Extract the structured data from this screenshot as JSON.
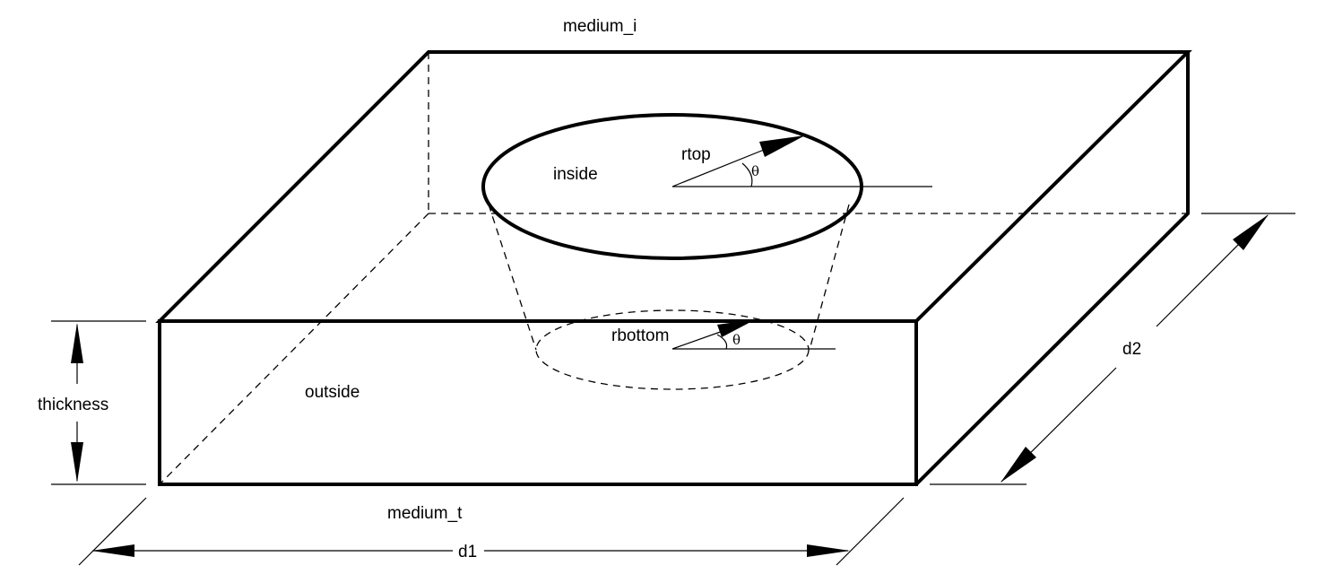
{
  "labels": {
    "medium_i": "medium_i",
    "medium_t": "medium_t",
    "inside": "inside",
    "outside": "outside",
    "rtop": "rtop",
    "rbottom": "rbottom",
    "theta_top": "θ",
    "theta_bottom": "θ",
    "thickness": "thickness",
    "d1": "d1",
    "d2": "d2"
  }
}
